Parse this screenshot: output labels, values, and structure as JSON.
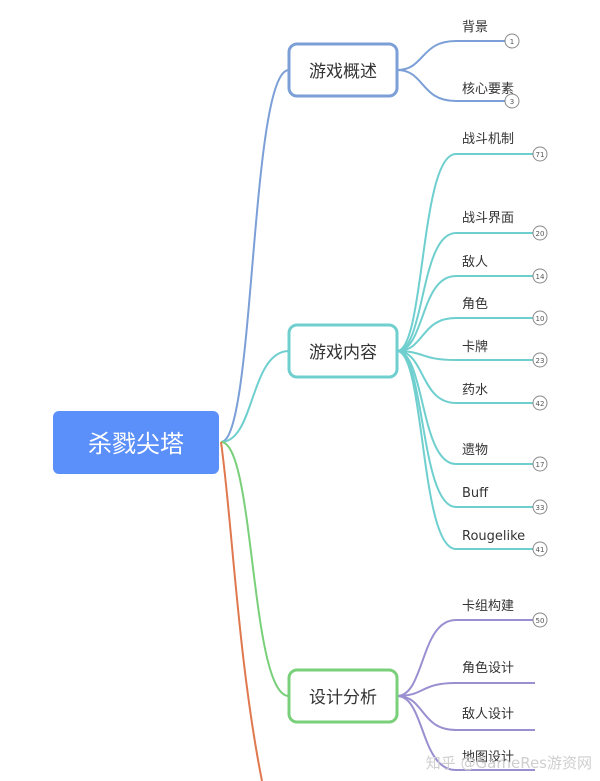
{
  "root": {
    "label": "杀戮尖塔"
  },
  "colors": {
    "root_fill": "#5b8ff9",
    "branch_overview": "#7b9fd6",
    "branch_content": "#6fcfcf",
    "branch_design": "#7ad07a",
    "design_children": "#9a8fd0",
    "extra_branch": "#e0784f",
    "text": "#333333"
  },
  "branches": [
    {
      "id": "overview",
      "label": "游戏概述",
      "children": [
        {
          "label": "背景",
          "count": "1"
        },
        {
          "label": "核心要素",
          "count": "3"
        }
      ]
    },
    {
      "id": "content",
      "label": "游戏内容",
      "children": [
        {
          "label": "战斗机制",
          "count": "71"
        },
        {
          "label": "战斗界面",
          "count": "20"
        },
        {
          "label": "敌人",
          "count": "14"
        },
        {
          "label": "角色",
          "count": "10"
        },
        {
          "label": "卡牌",
          "count": "23"
        },
        {
          "label": "药水",
          "count": "42"
        },
        {
          "label": "遗物",
          "count": "17"
        },
        {
          "label": "Buff",
          "count": "33"
        },
        {
          "label": "Rougelike",
          "count": "41"
        }
      ]
    },
    {
      "id": "design",
      "label": "设计分析",
      "children": [
        {
          "label": "卡组构建",
          "count": "50"
        },
        {
          "label": "角色设计",
          "count": ""
        },
        {
          "label": "敌人设计",
          "count": ""
        },
        {
          "label": "地图设计",
          "count": ""
        }
      ]
    }
  ],
  "watermark": "知乎 @GameRes游资网"
}
